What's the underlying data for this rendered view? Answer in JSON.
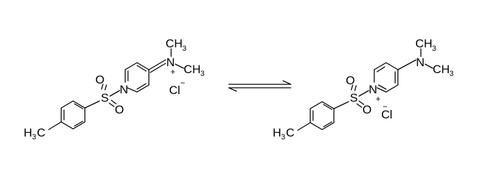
{
  "left_structure": {
    "methyl_top_label": "CH",
    "methyl_top_sub": "3",
    "methyl_right_label": "CH",
    "methyl_right_sub": "3",
    "iminium_n_label": "N",
    "iminium_charge": "+",
    "ring_n_label": "N",
    "sulfur_label": "S",
    "oxygen_top_label": "O",
    "oxygen_bottom_label": "O",
    "tolyl_methyl_label": "H",
    "tolyl_methyl_sub": "3",
    "tolyl_methyl_c": "C",
    "counterion_label": "Cl",
    "counterion_charge": "−"
  },
  "right_structure": {
    "methyl_top_label": "CH",
    "methyl_top_sub": "3",
    "methyl_right_label": "CH",
    "methyl_right_sub": "3",
    "amine_n_label": "N",
    "ring_n_label": "N",
    "ring_n_charge": "+",
    "sulfur_label": "S",
    "oxygen_top_label": "O",
    "oxygen_bottom_label": "O",
    "tolyl_methyl_label": "H",
    "tolyl_methyl_sub": "3",
    "tolyl_methyl_c": "C",
    "counterion_label": "Cl",
    "counterion_charge": "−"
  },
  "equilibrium_arrow": "equilibrium-harpoons"
}
